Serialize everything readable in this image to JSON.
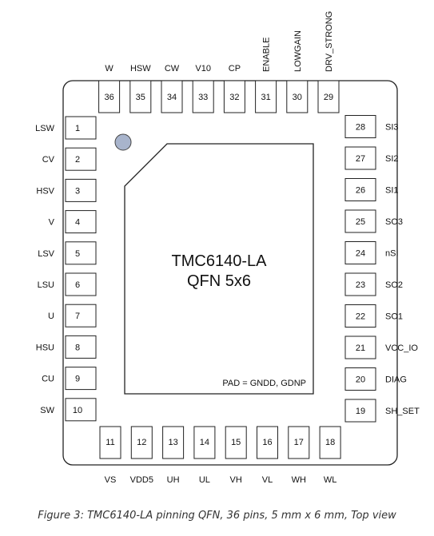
{
  "chip": {
    "name_line1": "TMC6140-LA",
    "name_line2": "QFN 5x6",
    "pad_label": "PAD = GNDD, GDNP"
  },
  "pins": {
    "left": [
      {
        "num": "1",
        "name": "LSW"
      },
      {
        "num": "2",
        "name": "CV"
      },
      {
        "num": "3",
        "name": "HSV"
      },
      {
        "num": "4",
        "name": "V"
      },
      {
        "num": "5",
        "name": "LSV"
      },
      {
        "num": "6",
        "name": "LSU"
      },
      {
        "num": "7",
        "name": "U"
      },
      {
        "num": "8",
        "name": "HSU"
      },
      {
        "num": "9",
        "name": "CU"
      },
      {
        "num": "10",
        "name": "SW"
      }
    ],
    "bottom": [
      {
        "num": "11",
        "name": "VS"
      },
      {
        "num": "12",
        "name": "VDD5"
      },
      {
        "num": "13",
        "name": "UH"
      },
      {
        "num": "14",
        "name": "UL"
      },
      {
        "num": "15",
        "name": "VH"
      },
      {
        "num": "16",
        "name": "VL"
      },
      {
        "num": "17",
        "name": "WH"
      },
      {
        "num": "18",
        "name": "WL"
      }
    ],
    "right": [
      {
        "num": "19",
        "name": "SH_SET"
      },
      {
        "num": "20",
        "name": "DIAG"
      },
      {
        "num": "21",
        "name": "VCC_IO"
      },
      {
        "num": "22",
        "name": "SO1"
      },
      {
        "num": "23",
        "name": "SO2"
      },
      {
        "num": "24",
        "name": "nSI"
      },
      {
        "num": "25",
        "name": "SO3"
      },
      {
        "num": "26",
        "name": "SI1"
      },
      {
        "num": "27",
        "name": "SI2"
      },
      {
        "num": "28",
        "name": "SI3"
      }
    ],
    "top": [
      {
        "num": "29",
        "name": "DRV_STRONG"
      },
      {
        "num": "30",
        "name": "LOWGAIN"
      },
      {
        "num": "31",
        "name": "ENABLE"
      },
      {
        "num": "32",
        "name": "CP"
      },
      {
        "num": "33",
        "name": "V10"
      },
      {
        "num": "34",
        "name": "CW"
      },
      {
        "num": "35",
        "name": "HSW"
      },
      {
        "num": "36",
        "name": "W"
      }
    ]
  },
  "colors": {
    "outline": "#222222",
    "pin1_marker": "#a8b4cc"
  },
  "caption": "Figure 3: TMC6140-LA pinning QFN, 36 pins, 5 mm x 6 mm, Top view"
}
